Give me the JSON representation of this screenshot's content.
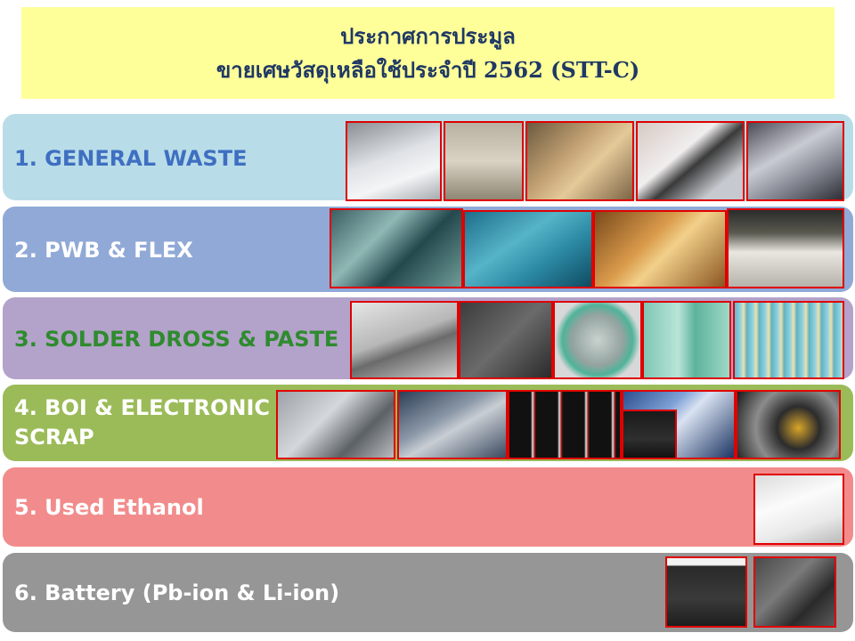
{
  "title": {
    "line1": "ประกาศการประมูล",
    "line2": "ขายเศษวัสดุเหลือใช้ประจำปี 2562 (STT-C)"
  },
  "categories": [
    {
      "label": "1. GENERAL WASTE",
      "band_color": "#b9dde8",
      "text_color": "#3f6fc1"
    },
    {
      "label": "2. PWB & FLEX",
      "band_color": "#91a9d6",
      "text_color": "#ffffff"
    },
    {
      "label": "3. SOLDER DROSS & PASTE",
      "band_color": "#b3a2c9",
      "text_color": "#2e8b2e"
    },
    {
      "label_line1": "4. BOI & ELECTRONIC",
      "label_line2": "SCRAP",
      "band_color": "#9bbb59",
      "text_color": "#ffffff"
    },
    {
      "label": "5. Used Ethanol",
      "band_color": "#f28c8c",
      "text_color": "#ffffff"
    },
    {
      "label": "6. Battery (Pb-ion & Li-ion)",
      "band_color": "#969696",
      "text_color": "#ffffff"
    }
  ],
  "photo_icons": [
    "waste-photo-icon",
    "pcb-scrap-photo-icon",
    "solder-photo-icon",
    "electronic-scrap-photo-icon",
    "ethanol-container-photo-icon",
    "battery-photo-icon"
  ]
}
